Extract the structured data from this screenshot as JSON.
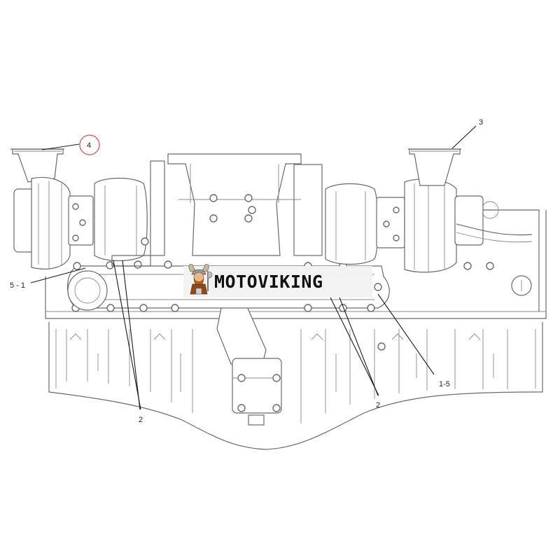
{
  "callouts": {
    "c4": "4",
    "c3": "3",
    "c5_1": "5 - 1",
    "c2_left": "2",
    "c2_right": "2",
    "c1_5": "1-5"
  },
  "watermark": {
    "text": "MOTOVIKING",
    "logo_icon": "viking-mascot-icon"
  },
  "colors": {
    "line": "#6a6a6a",
    "callout_circle": "#d9534f",
    "banner_bg": "#f2f2f2"
  }
}
